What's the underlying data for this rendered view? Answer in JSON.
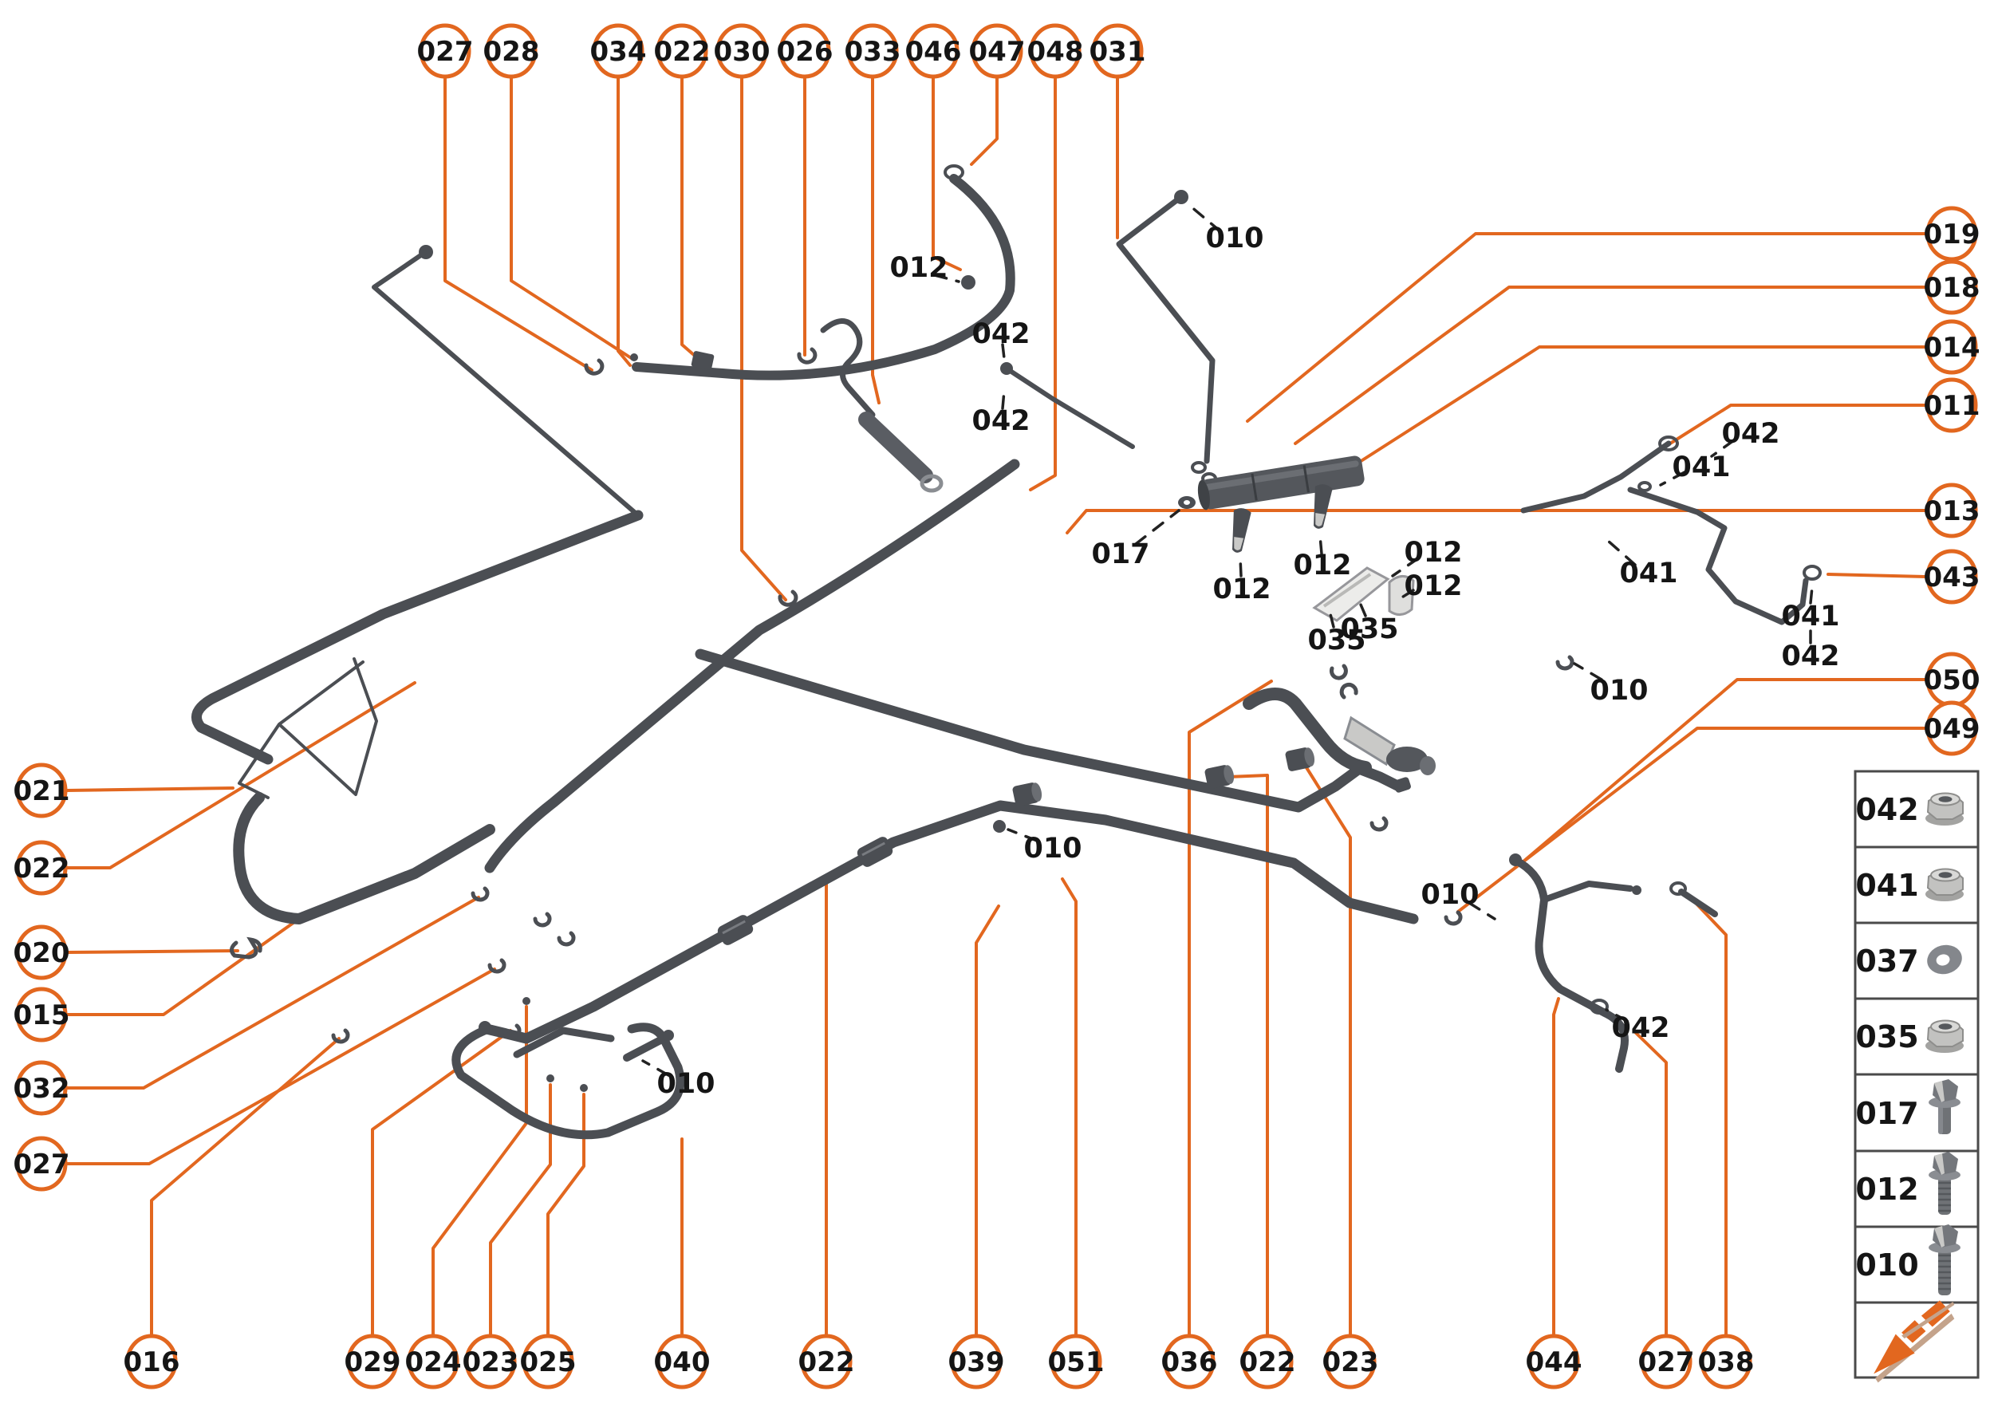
{
  "diagram": {
    "callouts_top": [
      {
        "label": "027"
      },
      {
        "label": "028"
      },
      {
        "label": "034"
      },
      {
        "label": "022"
      },
      {
        "label": "030"
      },
      {
        "label": "026"
      },
      {
        "label": "033"
      },
      {
        "label": "046"
      },
      {
        "label": "047"
      },
      {
        "label": "048"
      },
      {
        "label": "031"
      }
    ],
    "callouts_right": [
      {
        "label": "019"
      },
      {
        "label": "018"
      },
      {
        "label": "014"
      },
      {
        "label": "011"
      },
      {
        "label": "013"
      },
      {
        "label": "043"
      },
      {
        "label": "050"
      },
      {
        "label": "049"
      }
    ],
    "callouts_left": [
      {
        "label": "021"
      },
      {
        "label": "022"
      },
      {
        "label": "020"
      },
      {
        "label": "015"
      },
      {
        "label": "032"
      },
      {
        "label": "027"
      }
    ],
    "callouts_bottom": [
      {
        "label": "016"
      },
      {
        "label": "029"
      },
      {
        "label": "024"
      },
      {
        "label": "023"
      },
      {
        "label": "025"
      },
      {
        "label": "040"
      },
      {
        "label": "022"
      },
      {
        "label": "039"
      },
      {
        "label": "051"
      },
      {
        "label": "036"
      },
      {
        "label": "022"
      },
      {
        "label": "023"
      },
      {
        "label": "044"
      },
      {
        "label": "027"
      },
      {
        "label": "038"
      }
    ],
    "inline_labels": [
      {
        "text": "012"
      },
      {
        "text": "042"
      },
      {
        "text": "042"
      },
      {
        "text": "010"
      },
      {
        "text": "017"
      },
      {
        "text": "012"
      },
      {
        "text": "012"
      },
      {
        "text": "012"
      },
      {
        "text": "012"
      },
      {
        "text": "035"
      },
      {
        "text": "035"
      },
      {
        "text": "041"
      },
      {
        "text": "042"
      },
      {
        "text": "041"
      },
      {
        "text": "041"
      },
      {
        "text": "042"
      },
      {
        "text": "010"
      },
      {
        "text": "010"
      },
      {
        "text": "010"
      },
      {
        "text": "010"
      },
      {
        "text": "042"
      }
    ]
  },
  "legend": {
    "items": [
      {
        "label": "042",
        "icon": "flange-nut-icon"
      },
      {
        "label": "041",
        "icon": "flange-nut-icon"
      },
      {
        "label": "037",
        "icon": "washer-icon"
      },
      {
        "label": "035",
        "icon": "flange-nut-icon"
      },
      {
        "label": "017",
        "icon": "flange-bolt-short-icon"
      },
      {
        "label": "012",
        "icon": "flange-bolt-medium-icon"
      },
      {
        "label": "010",
        "icon": "flange-bolt-long-icon"
      }
    ],
    "logo_icon": "brand-arrow-icon"
  },
  "colors": {
    "accent": "#E2671F",
    "part_dark": "#4B4E53",
    "part_light": "#C9C9C7",
    "logo_tan": "#C4A38B"
  }
}
